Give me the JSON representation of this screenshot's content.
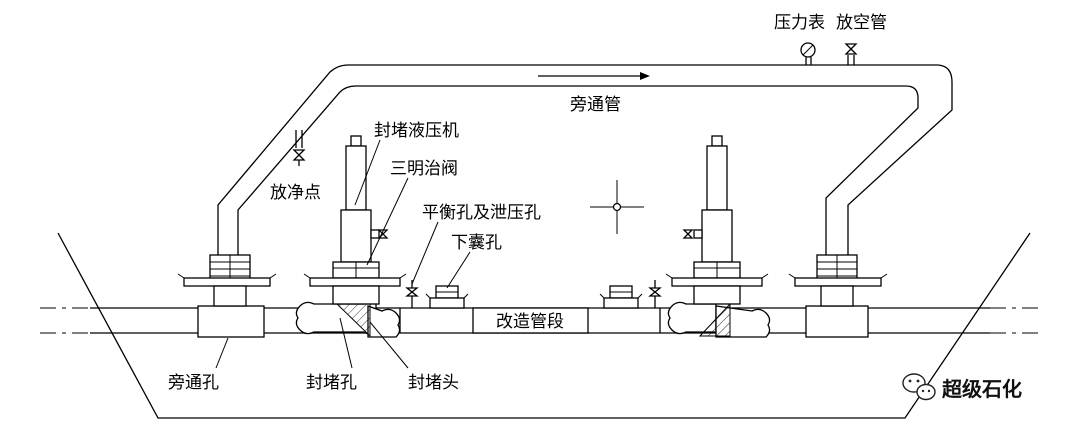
{
  "labels": {
    "pressure_gauge": "压力表",
    "vent_pipe": "放空管",
    "bypass_pipe": "旁通管",
    "plugging_hydraulic_machine": "封堵液压机",
    "sandwich_valve": "三明治阀",
    "drain_point": "放净点",
    "balance_relief_hole": "平衡孔及泄压孔",
    "lower_bladder_hole": "下囊孔",
    "modified_pipe_section": "改造管段",
    "bypass_hole": "旁通孔",
    "plugging_hole": "封堵孔",
    "plugging_head": "封堵头"
  },
  "watermark": {
    "text": "超级石化"
  }
}
